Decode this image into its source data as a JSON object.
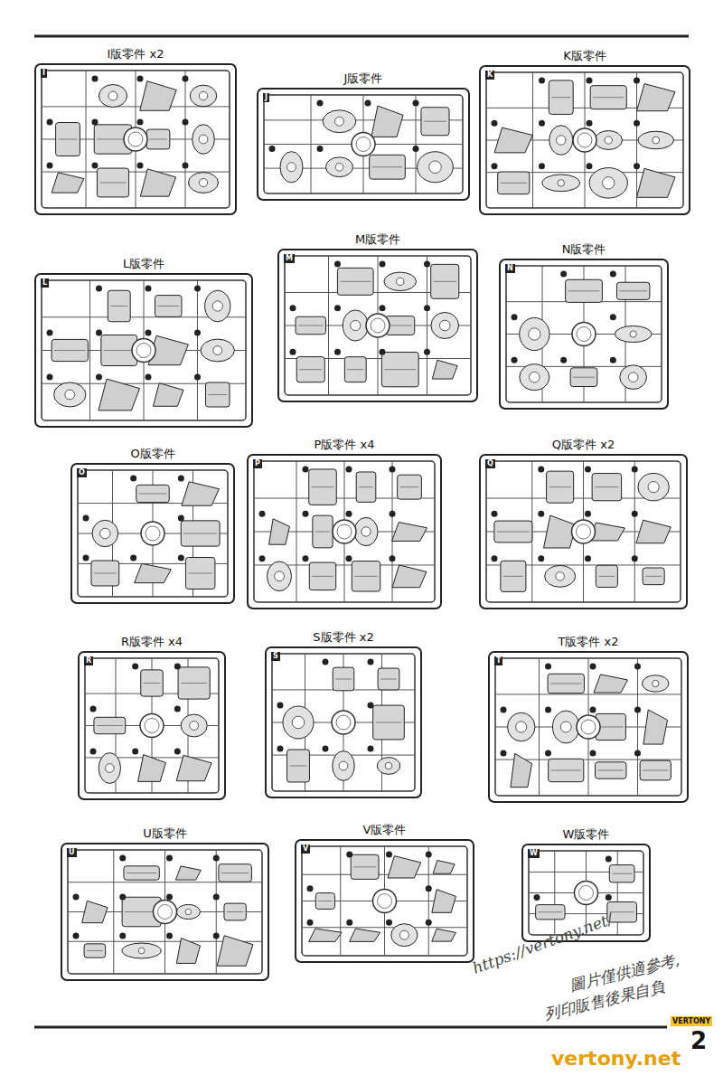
{
  "diagram": {
    "nodes": [
      {
        "text": [
          "I版零件 x2"
        ]
      },
      {
        "text": [
          "J版零件"
        ]
      },
      {
        "text": [
          "K版零件"
        ]
      },
      {
        "text": [
          "L版零件"
        ]
      },
      {
        "text": [
          "M版零件"
        ]
      },
      {
        "text": [
          "N版零件"
        ]
      },
      {
        "text": [
          "O版零件"
        ]
      },
      {
        "text": [
          "P版零件 x4"
        ]
      },
      {
        "text": [
          "Q版零件 x2"
        ]
      },
      {
        "text": [
          "R版零件 x4"
        ]
      },
      {
        "text": [
          "S版零件 x2"
        ]
      },
      {
        "text": [
          "T版零件 x2"
        ]
      },
      {
        "text": [
          "U版零件"
        ]
      },
      {
        "text": [
          "V版零件"
        ]
      },
      {
        "text": [
          "W版零件"
        ]
      }
    ],
    "labels": [
      "I",
      "J",
      "K",
      "L",
      "M",
      "N",
      "O",
      "P",
      "Q",
      "R",
      "S",
      "T",
      "U",
      "V",
      "W",
      "https://vertony.net/",
      "圖片僅供適參考,",
      "列印販售後果自負",
      "vertony.net",
      "2",
      "VERTONY"
    ]
  }
}
